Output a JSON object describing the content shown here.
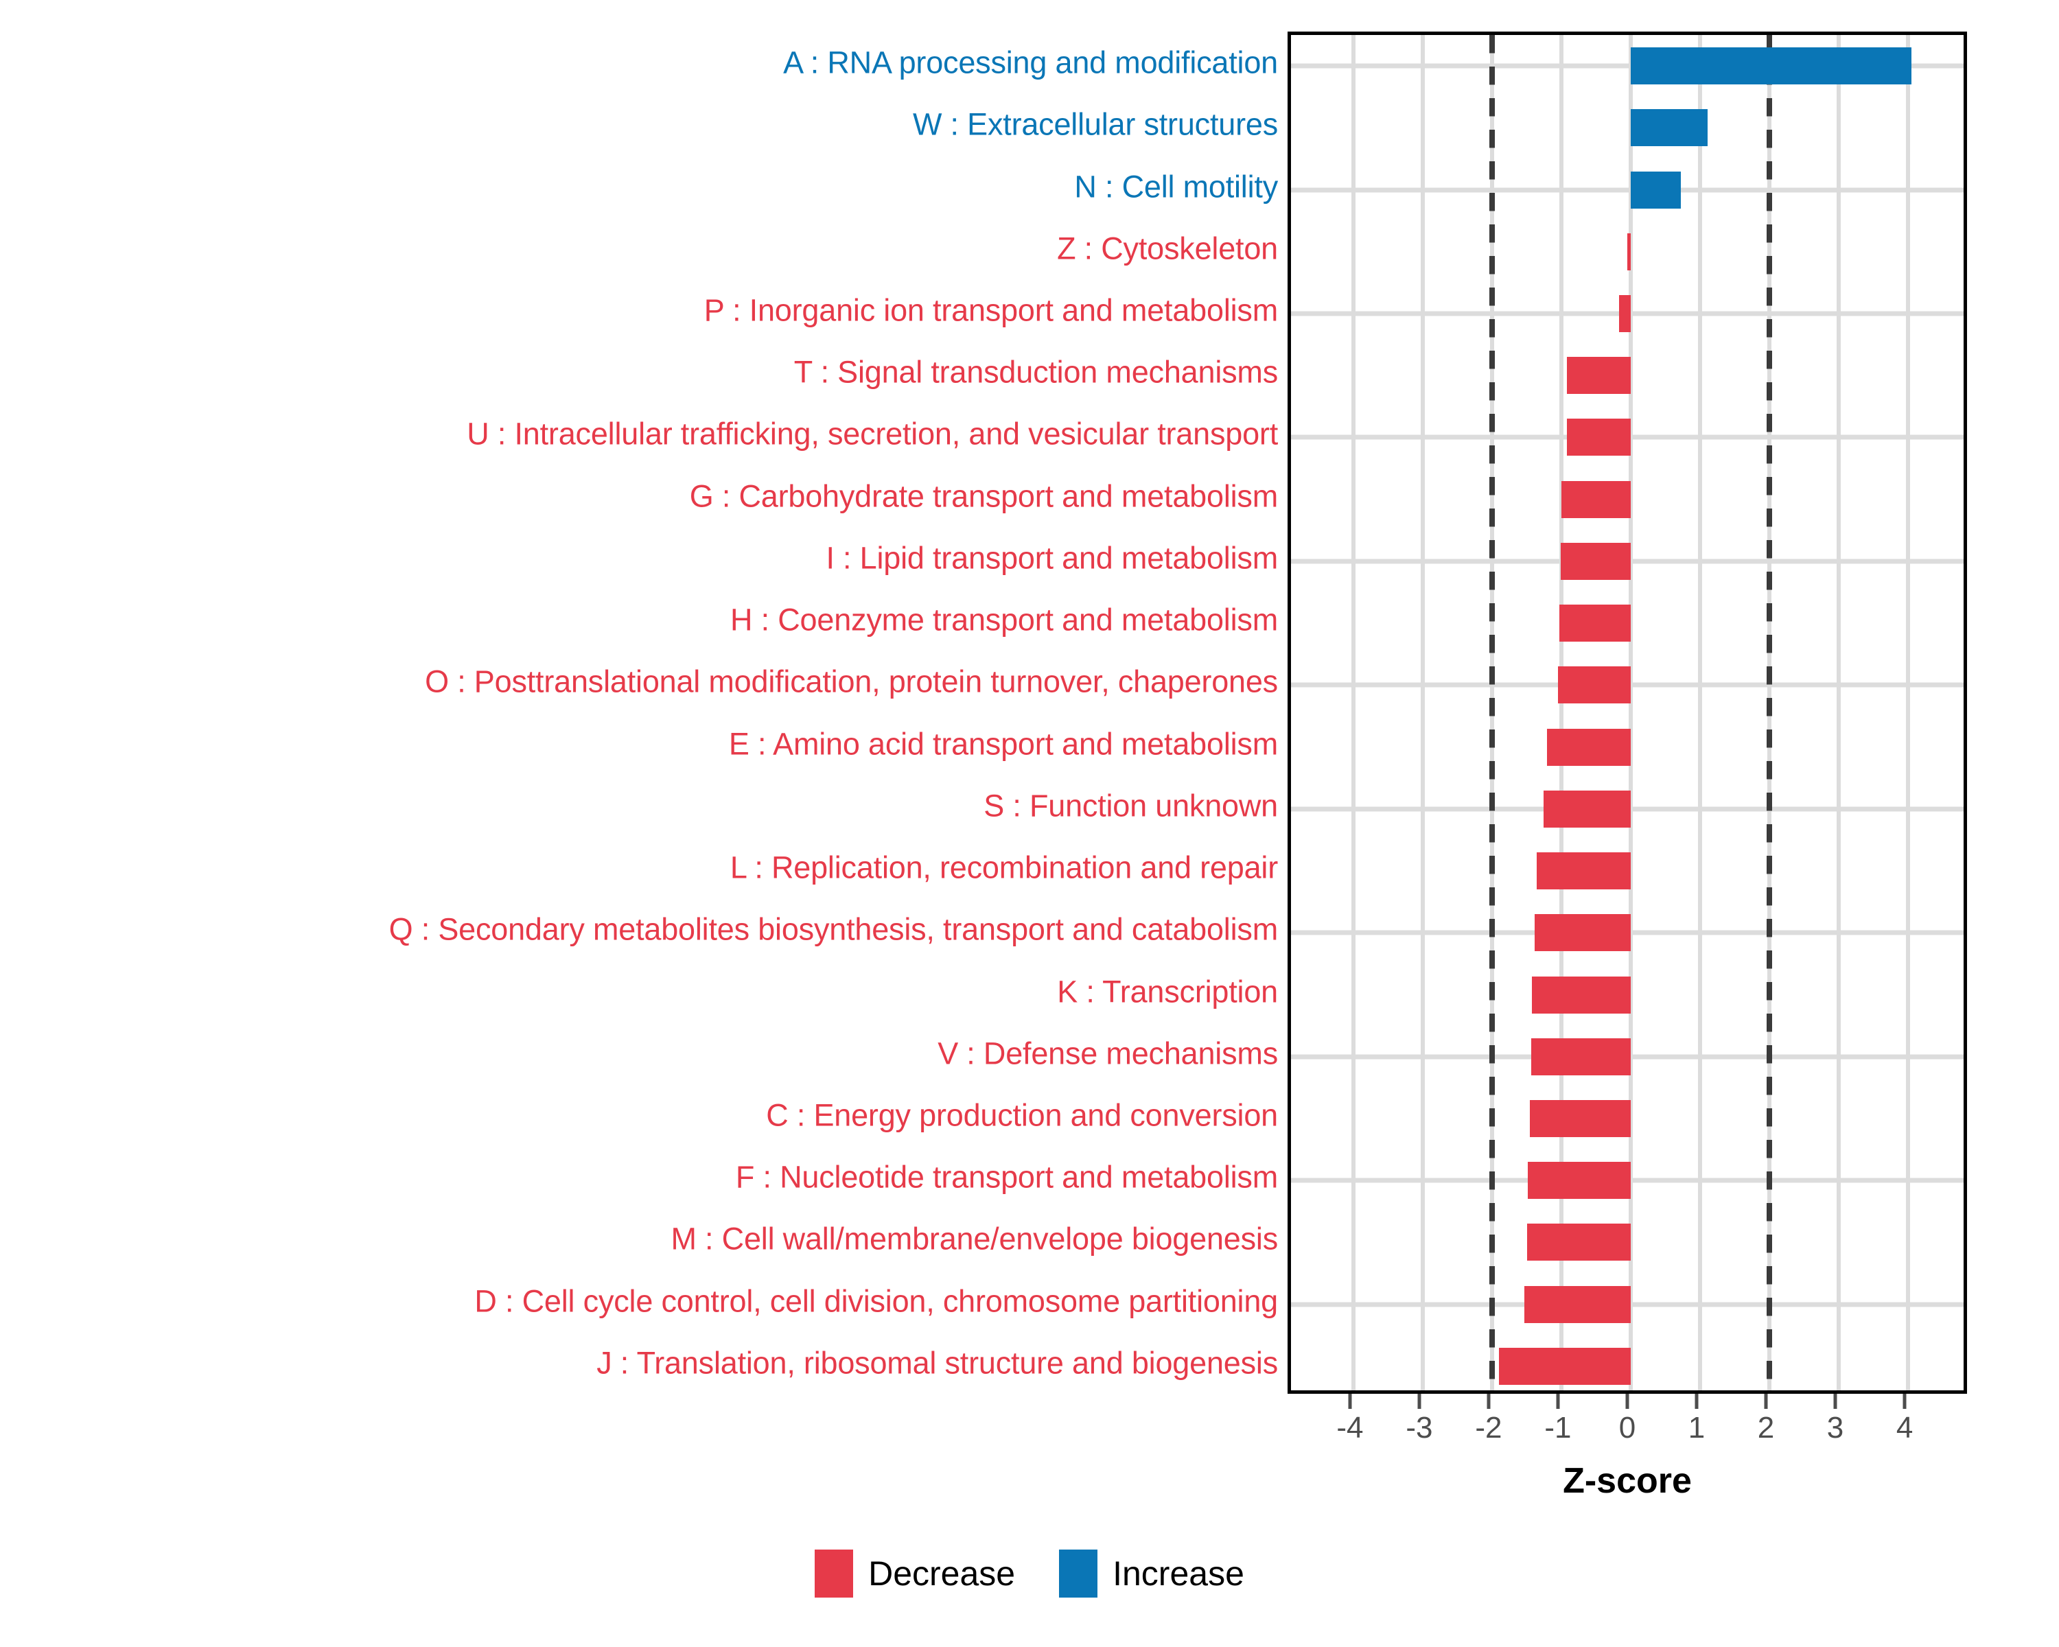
{
  "chart_data": {
    "type": "bar",
    "title": "",
    "subtitle": "",
    "orientation": "horizontal",
    "xlabel": "Z-score",
    "ylabel": "",
    "xlim": [
      -4.9,
      4.9
    ],
    "xticks": [
      -4,
      -3,
      -2,
      -1,
      0,
      1,
      2,
      3,
      4
    ],
    "xticklabels": [
      "-4",
      "-3",
      "-2",
      "-1",
      "0",
      "1",
      "2",
      "3",
      "4"
    ],
    "grid": true,
    "legend_position": "bottom",
    "threshold_lines": [
      -2,
      2
    ],
    "threshold_style": "dashed",
    "categories": [
      "A : RNA processing and modification",
      "W : Extracellular structures",
      "N : Cell motility",
      "Z : Cytoskeleton",
      "P : Inorganic ion transport and metabolism",
      "T : Signal transduction mechanisms",
      "U : Intracellular trafficking, secretion, and vesicular transport",
      "G : Carbohydrate transport and metabolism",
      "I : Lipid transport and metabolism",
      "H : Coenzyme transport and metabolism",
      "O : Posttranslational modification, protein turnover, chaperones",
      "E : Amino acid transport and metabolism",
      "S : Function unknown",
      "L : Replication, recombination and repair",
      "Q : Secondary metabolites biosynthesis, transport and catabolism",
      "K : Transcription",
      "V : Defense mechanisms",
      "C : Energy production and conversion",
      "F : Nucleotide transport and metabolism",
      "M : Cell wall/membrane/envelope biogenesis",
      "D : Cell cycle control, cell division, chromosome partitioning",
      "J : Translation, ribosomal structure and biogenesis"
    ],
    "values": [
      4.05,
      1.11,
      0.72,
      -0.05,
      -0.17,
      -0.92,
      -0.92,
      -1.0,
      -1.01,
      -1.03,
      -1.05,
      -1.21,
      -1.26,
      -1.36,
      -1.39,
      -1.43,
      -1.44,
      -1.46,
      -1.48,
      -1.49,
      -1.53,
      -1.9
    ],
    "groups": [
      "Increase",
      "Increase",
      "Increase",
      "Decrease",
      "Decrease",
      "Decrease",
      "Decrease",
      "Decrease",
      "Decrease",
      "Decrease",
      "Decrease",
      "Decrease",
      "Decrease",
      "Decrease",
      "Decrease",
      "Decrease",
      "Decrease",
      "Decrease",
      "Decrease",
      "Decrease",
      "Decrease",
      "Decrease"
    ]
  },
  "legend": {
    "items": [
      {
        "label": "Decrease",
        "color": "#e63a49"
      },
      {
        "label": "Increase",
        "color": "#0a76b6"
      }
    ]
  },
  "colors": {
    "increase": "#0a76b6",
    "decrease": "#e63a49",
    "grid": "#dcdcdc",
    "threshold": "#3a3a3a",
    "axis": "#000000",
    "tick_text": "#4d4d4d"
  }
}
